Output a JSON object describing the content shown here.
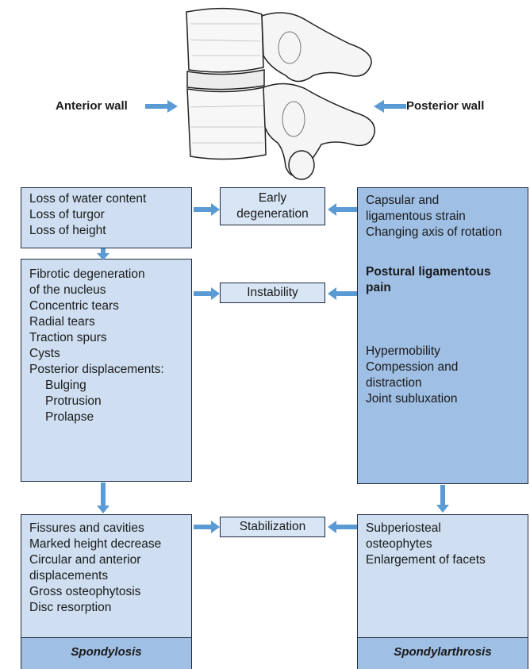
{
  "top": {
    "anterior_label": "Anterior wall",
    "posterior_label": "Posterior wall"
  },
  "left_column": {
    "box1": [
      "Loss of water content",
      "Loss of turgor",
      "Loss of height"
    ],
    "box2": [
      "Fibrotic degeneration",
      "of the nucleus",
      "Concentric tears",
      "Radial tears",
      "Traction spurs",
      "Cysts",
      "Posterior displacements:"
    ],
    "box2_sub": [
      "Bulging",
      "Protrusion",
      "Prolapse"
    ],
    "box3": [
      "Fissures and cavities",
      "Marked height decrease",
      "Circular and anterior",
      "displacements",
      "Gross osteophytosis",
      "Disc resorption"
    ],
    "footer": "Spondylosis"
  },
  "middle_column": {
    "stage1": [
      "Early",
      "degeneration"
    ],
    "stage2": "Instability",
    "stage3": "Stabilization"
  },
  "right_column": {
    "box1": [
      "Capsular and",
      "ligamentous strain",
      "Changing axis of rotation"
    ],
    "emphasis": [
      "Postural ligamentous",
      "pain"
    ],
    "box1b": [
      "Hypermobility",
      "Compession and",
      "distraction",
      "Joint subluxation"
    ],
    "box2": [
      "Subperiosteal",
      "osteophytes",
      "Enlargement of facets"
    ],
    "footer": "Spondylarthrosis"
  },
  "colors": {
    "light_box": "#cfdff1",
    "dark_box": "#9fbfe4",
    "arrow": "#5b9bd5",
    "border": "#1f2a44"
  }
}
